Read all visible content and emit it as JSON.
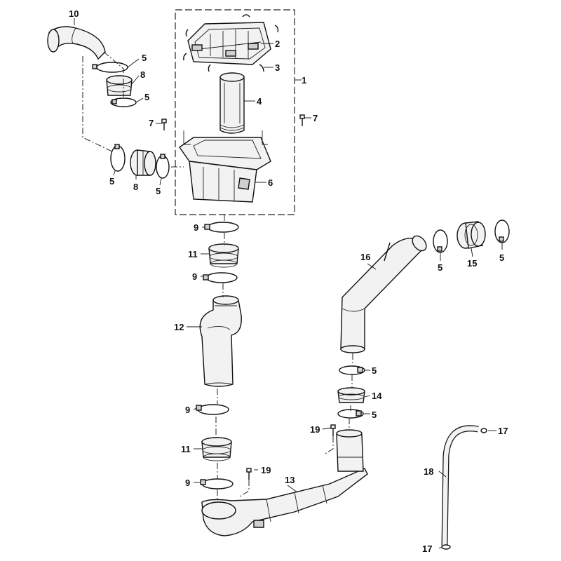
{
  "callouts": {
    "c1": "1",
    "c2": "2",
    "c3": "3",
    "c4": "4",
    "c5a": "5",
    "c5b": "5",
    "c5c": "5",
    "c5d": "5",
    "c5e": "5",
    "c5f": "5",
    "c5g": "5",
    "c5h": "5",
    "c6": "6",
    "c7a": "7",
    "c7b": "7",
    "c8a": "8",
    "c8b": "8",
    "c9a": "9",
    "c9b": "9",
    "c9c": "9",
    "c9d": "9",
    "c10": "10",
    "c11a": "11",
    "c11b": "11",
    "c12": "12",
    "c13": "13",
    "c14": "14",
    "c15": "15",
    "c16": "16",
    "c17a": "17",
    "c17b": "17",
    "c18": "18",
    "c19a": "19",
    "c19b": "19"
  }
}
